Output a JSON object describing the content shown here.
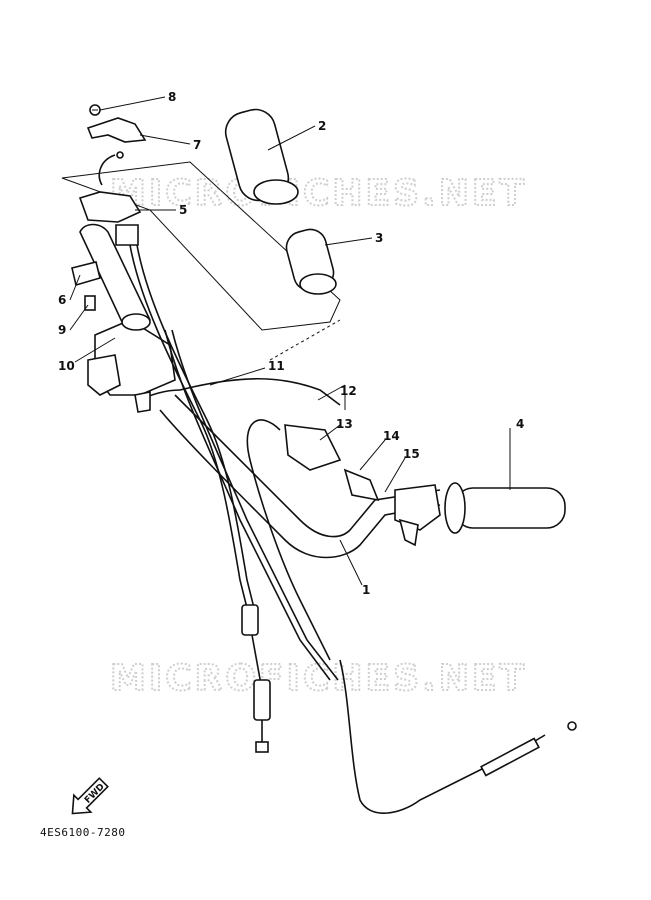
{
  "watermark": "MICROFICHES.NET",
  "drawing_code": "4ES6100-7280",
  "fwd_label": "FWD",
  "callouts": [
    {
      "id": "c1",
      "label": "1"
    },
    {
      "id": "c2",
      "label": "2"
    },
    {
      "id": "c3",
      "label": "3"
    },
    {
      "id": "c4",
      "label": "4"
    },
    {
      "id": "c5",
      "label": "5"
    },
    {
      "id": "c6",
      "label": "6"
    },
    {
      "id": "c7",
      "label": "7"
    },
    {
      "id": "c8",
      "label": "8"
    },
    {
      "id": "c9",
      "label": "9"
    },
    {
      "id": "c10",
      "label": "10"
    },
    {
      "id": "c11",
      "label": "11"
    },
    {
      "id": "c12",
      "label": "12"
    },
    {
      "id": "c13",
      "label": "13"
    },
    {
      "id": "c14",
      "label": "14"
    },
    {
      "id": "c15",
      "label": "15"
    }
  ]
}
